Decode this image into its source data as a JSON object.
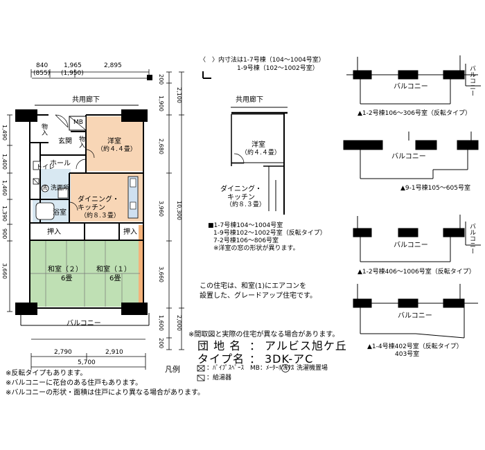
{
  "dims": {
    "top": [
      "840",
      "1,965",
      "2,895"
    ],
    "top_paren": [
      "(855)",
      "(1,950)"
    ],
    "bottom": [
      "2,790",
      "2,910"
    ],
    "bottom_total": "5,700",
    "left": [
      "1,490",
      "1,400",
      "1,460",
      "1,390",
      "900",
      "3,660"
    ],
    "right_a": [
      "200",
      "1,900",
      "2,680",
      "3,960",
      "3,660",
      "1,600",
      "200"
    ],
    "right_b": [
      "2,100",
      "10,300",
      "2,000"
    ]
  },
  "rooms": {
    "corridor": "共用廊下",
    "storage": "物入",
    "mb": "MB",
    "entrance": "玄関",
    "western": "洋室",
    "western_size": "（約４.４畳）",
    "toilet": "トイレ",
    "hall": "ホール",
    "washroom": "洗面所",
    "wash_mark": "洗",
    "dining_kitchen": "ダイニング・\nキッチン",
    "dk_size": "（約８.３畳）",
    "bath": "浴室",
    "closet": "押入",
    "washitsu2": "和室（２）",
    "washitsu1": "和室（１）",
    "tatami": "6畳",
    "balcony": "バルコニー"
  },
  "inset": {
    "note1": "〈　〉内寸法は1-7号棟（104～1004号室）",
    "note2": "1-9号棟（102～1002号室）",
    "corridor": "共用廊下",
    "western": "洋室",
    "western_size": "（約４.４畳）",
    "dk": "ダイニング・\nキッチン",
    "dk_size": "（約８.３畳）",
    "list": [
      "■1-7号棟104～1004号室",
      "1-9号棟102～1002号室（反転タイプ）",
      "7-2号棟106～806号室",
      "※洋室の窓の形状が異ります。"
    ]
  },
  "aircon_note": [
    "この住宅は、和室(1)にエアコンを",
    "設置した、グレードアップ住宅です。"
  ],
  "disclaimer": "※間取図と実際の住宅が異なる場合があります。",
  "info": {
    "estate_label": "団 地 名",
    "estate_value": "アルビス旭ケ丘",
    "type_label": "タイプ名",
    "type_value": "3DK-アC",
    "colon": "："
  },
  "legend": {
    "title": "凡例",
    "row1": "：ﾊﾟｲﾌﾟｽﾍﾟｰｽ　MB：ﾒｰﾀｰﾎﾞｯｸｽ",
    "wash": "洗",
    "wash_label": "：洗濯機置場",
    "row2": "：給湯器"
  },
  "footnotes": [
    "※反転タイプもあります。",
    "※バルコニーに花台のある住戸もあります。",
    "※バルコニーの形状・面積は住戸により異なる場合があります。"
  ],
  "balconies": [
    {
      "label": "バルコニー",
      "side": "バルコニー",
      "caption": "▲1-2号棟106～306号室（反転タイプ）"
    },
    {
      "label": "バルコニー",
      "caption": "▲9-1号棟105～605号室"
    },
    {
      "label": "バルコニー",
      "side": "バルコニー",
      "caption": "▲1-2号棟406～1006号室（反転タイプ）"
    },
    {
      "label": "バルコニー",
      "caption": "▲1-4号棟402号室（反転タイプ）",
      "caption2": "403号室"
    }
  ],
  "colors": {
    "wall": "#000000",
    "washitsu": "#bfe0b4",
    "western": "#f8d6b6",
    "kitchen_fixture": "#cfe0f0",
    "wet_area": "#d8e8f2",
    "wood_strip": "#f4b27a"
  }
}
